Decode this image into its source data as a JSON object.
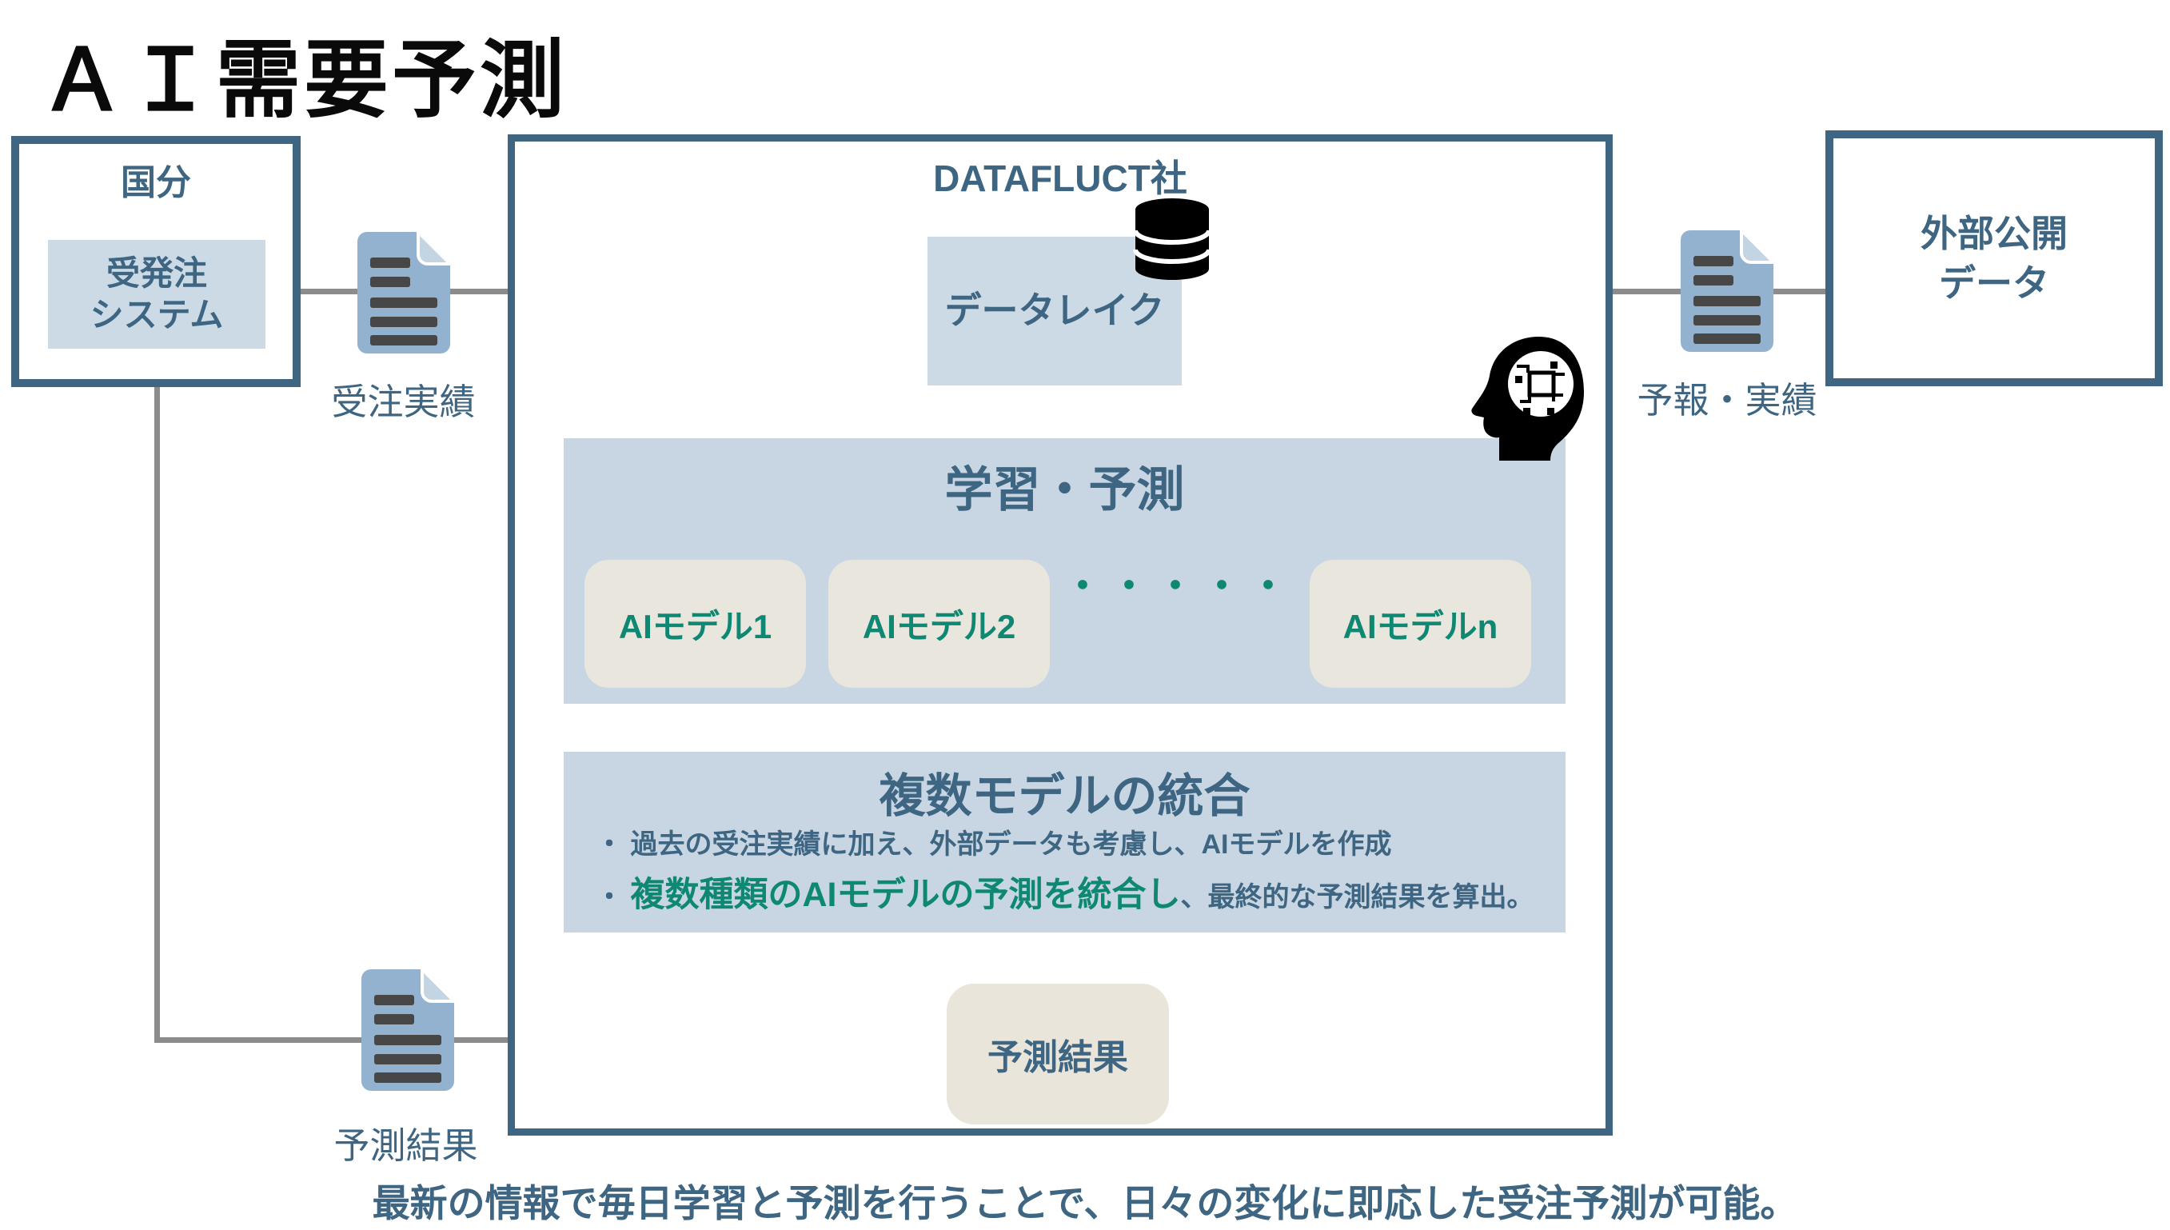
{
  "title": "ＡＩ需要予測",
  "kokubu": {
    "label": "国分",
    "system_line1": "受発注",
    "system_line2": "システム"
  },
  "docs": {
    "order_results": "受注実績",
    "forecast_actual": "予報・実績",
    "prediction_results": "予測結果"
  },
  "datafluct": {
    "label": "DATAFLUCT社",
    "data_lake": "データレイク",
    "learning": {
      "title": "学習・予測",
      "models": [
        "AIモデル1",
        "AIモデル2",
        "AIモデルn"
      ],
      "dots": "・・・・・"
    },
    "integration": {
      "title": "複数モデルの統合",
      "bullet_marker": "・",
      "bullet1": "過去の受注実績に加え、外部データも考慮し、AIモデルを作成",
      "bullet2_highlight": "複数種類のAIモデルの予測を統合し",
      "bullet2_rest": "、最終的な予測結果を算出。"
    },
    "result_box": "予測結果"
  },
  "external": {
    "line1": "外部公開",
    "line2": "データ"
  },
  "caption": "最新の情報で毎日学習と予測を行うことで、日々の変化に即応した受注予測が可能。",
  "colors": {
    "accent": "#3e6581",
    "panel_blue": "#c7d6e2",
    "box_blue": "#ccdae6",
    "card_cream": "#e9e6dd",
    "result_cream": "#e9e5da",
    "teal": "#0e8773",
    "arrow_gray": "#8c8c8c",
    "doc_blue": "#92b2cf",
    "doc_fold": "#c3d5e3",
    "doc_line": "#474747",
    "icon_black": "#000000",
    "title_black": "#0a0a0a"
  }
}
